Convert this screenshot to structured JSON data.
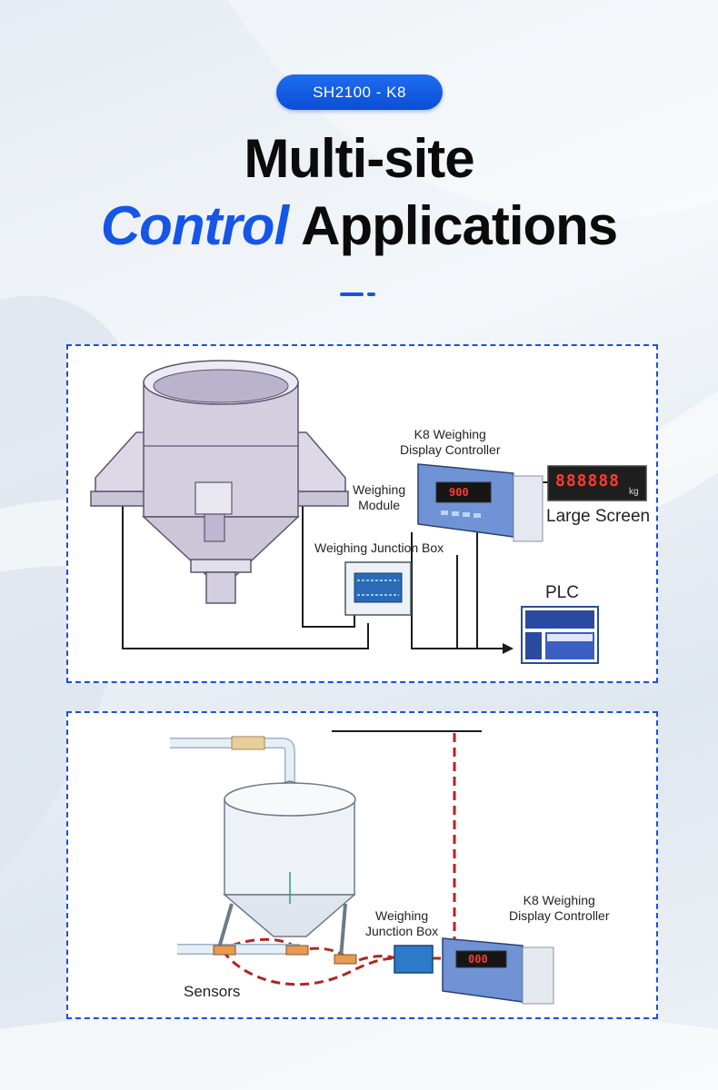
{
  "badge": "SH2100 - K8",
  "title": {
    "line1": "Multi-site",
    "accent": "Control",
    "rest": "Applications"
  },
  "diagram1": {
    "controller_label_1": "K8 Weighing",
    "controller_label_2": "Display Controller",
    "module_label_1": "Weighing",
    "module_label_2": "Module",
    "junction_label": "Weighing Junction Box",
    "large_screen_label": "Large Screen",
    "plc_label": "PLC",
    "screen_digits": "888888",
    "screen_unit": "kg",
    "controller_digits": "900"
  },
  "diagram2": {
    "junction_label_1": "Weighing",
    "junction_label_2": "Junction Box",
    "controller_label_1": "K8 Weighing",
    "controller_label_2": "Display Controller",
    "sensors_label": "Sensors",
    "controller_digits": "000"
  },
  "colors": {
    "accent": "#1556e6",
    "wire_red": "#b3261e",
    "display_red": "#ff3b2f"
  }
}
